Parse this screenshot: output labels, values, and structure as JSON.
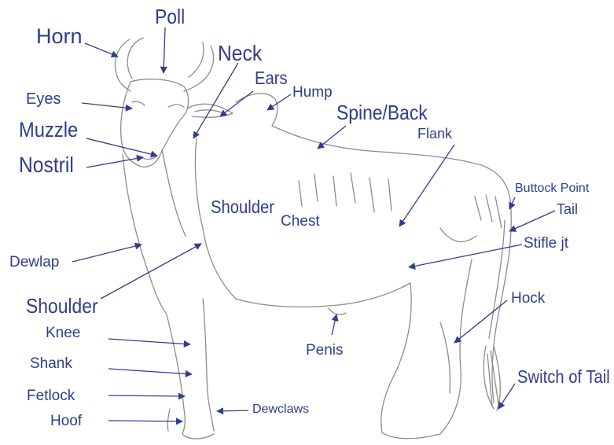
{
  "diagram": {
    "label_color": "#2f3d8c",
    "outline_color": "#8c8c8c",
    "labels": {
      "horn": "Horn",
      "poll": "Poll",
      "neck": "Neck",
      "ears": "Ears",
      "hump": "Hump",
      "eyes": "Eyes",
      "spine": "Spine/Back",
      "muzzle": "Muzzle",
      "flank": "Flank",
      "nostril": "Nostril",
      "buttock_point": "Buttock Point",
      "tail": "Tail",
      "shoulder_upper": "Shoulder",
      "chest": "Chest",
      "stifle": "Stifle jt",
      "dewlap": "Dewlap",
      "shoulder_lower": "Shoulder",
      "hock": "Hock",
      "knee": "Knee",
      "penis": "Penis",
      "shank": "Shank",
      "switch_of_tail": "Switch of Tail",
      "fetlock": "Fetlock",
      "dewclaws": "Dewclaws",
      "hoof": "Hoof"
    }
  }
}
